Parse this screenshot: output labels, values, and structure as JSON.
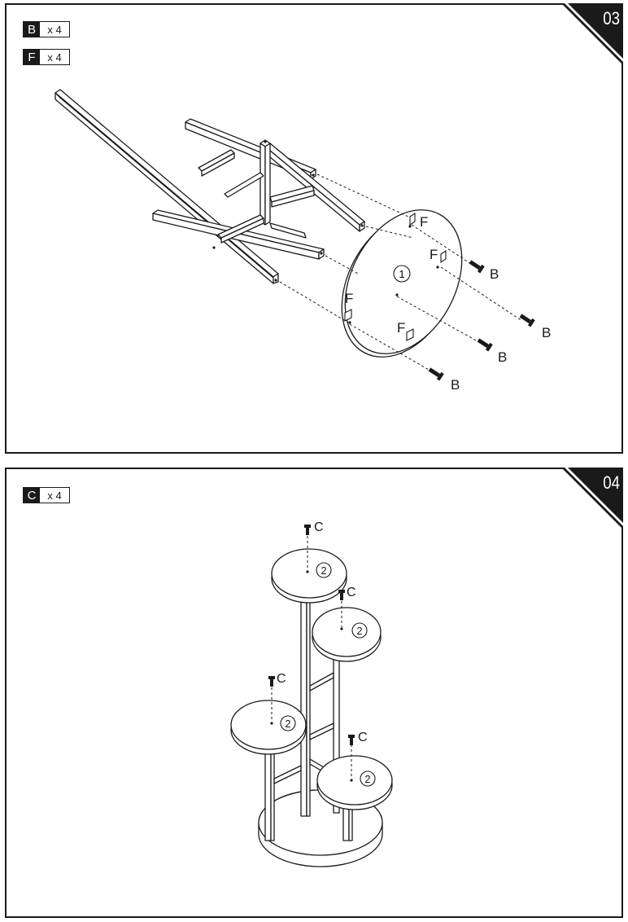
{
  "step3": {
    "step_number": "03",
    "parts": [
      {
        "code": "B",
        "qty": "x 4"
      },
      {
        "code": "F",
        "qty": "x 4"
      }
    ],
    "callouts": {
      "tabletop": "1",
      "felt": "F",
      "bolt": "B"
    }
  },
  "step4": {
    "step_number": "04",
    "parts": [
      {
        "code": "C",
        "qty": "x 4"
      }
    ],
    "callouts": {
      "shelf": "2",
      "screw": "C"
    }
  }
}
